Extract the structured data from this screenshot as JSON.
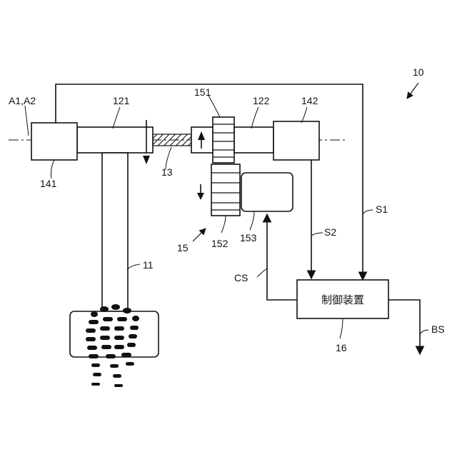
{
  "labels": {
    "system": "10",
    "axes": "A1,A2",
    "shaft_left": "121",
    "shaft_right": "122",
    "gear_top": "151",
    "sensor_right": "142",
    "sensor_left": "141",
    "coupling": "13",
    "gear_bottom": "152",
    "motor": "153",
    "steering_unit": "15",
    "steering_column": "11",
    "signal_s1": "S1",
    "signal_s2": "S2",
    "signal_cs": "CS",
    "signal_bs": "BS",
    "controller_ref": "16"
  },
  "controller": {
    "label": "制御装置"
  },
  "icons": {
    "pedal": "footprint-icon",
    "rotation_left": "down-arrow-icon",
    "rotation_gear_up": "up-arrow-icon",
    "rotation_gear_down": "down-arrow-icon"
  }
}
